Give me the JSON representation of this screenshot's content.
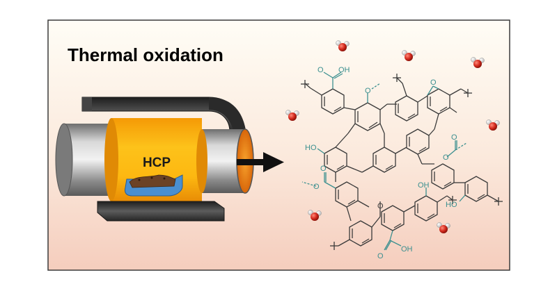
{
  "title": "Thermal oxidation",
  "furnace": {
    "sample_label": "HCP"
  },
  "colors": {
    "panel_top": "#fffdf6",
    "panel_bottom": "#f6d2c2",
    "border": "#3a3a3a",
    "furnace_dark": "#2f2f2f",
    "tube_grey": "#9a9a9a",
    "tube_inner": "#f08a12",
    "sample_yellow": "#fdb811",
    "boat_blue": "#4a8fd0",
    "structure_line": "#3a3a3a",
    "functional_group_teal": "#3a8f8f",
    "oxygen_red": "#d42a1e",
    "hydrogen_white": "#f4f4f4"
  },
  "structure_labels": {
    "carboxyl_top": "O",
    "carboxyl_top_oh": "OH",
    "ether_o": "O",
    "epoxide_o": "O",
    "hydroxyl_left": "HO",
    "ester_right_o": "O",
    "ester_right_o2": "O",
    "ester_left_o": "O",
    "ester_left_o2": "O",
    "hydroxyl_mid": "OH",
    "hydroxyl_right": "HO",
    "xanthene_o": "O",
    "carboxyl_bottom_o": "O",
    "carboxyl_bottom_oh": "OH"
  },
  "water_molecules_icon": "water-molecule-icon"
}
